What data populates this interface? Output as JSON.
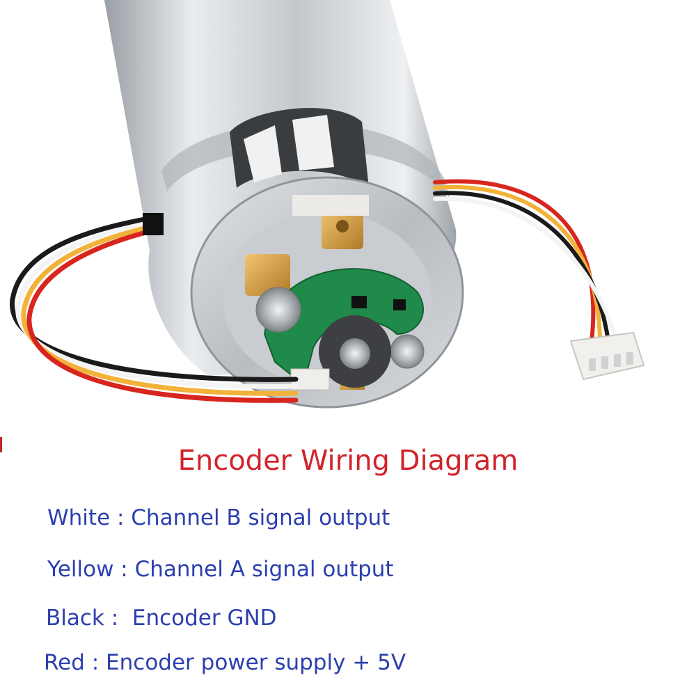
{
  "title": "Encoder Wiring Diagram",
  "wiring": [
    "White : Channel B signal output",
    "Yellow : Channel A signal output",
    "Black :  Encoder GND",
    "Red : Encoder power supply + 5V"
  ],
  "colors": {
    "title": "#d2232a",
    "text": "#2b3fae",
    "wire_white": "#f4f4f4",
    "wire_yellow": "#f2b23a",
    "wire_black": "#1a1a1a",
    "wire_red": "#d8261e",
    "pcb_green": "#1f8a4a"
  }
}
